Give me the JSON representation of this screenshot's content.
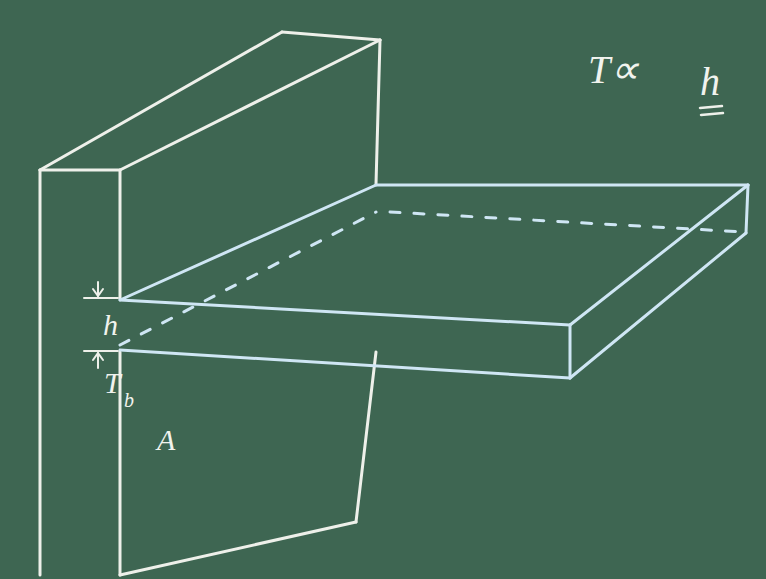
{
  "diagram": {
    "labels": [
      "h",
      "T",
      "b",
      "A",
      "T∝",
      "h"
    ]
  }
}
